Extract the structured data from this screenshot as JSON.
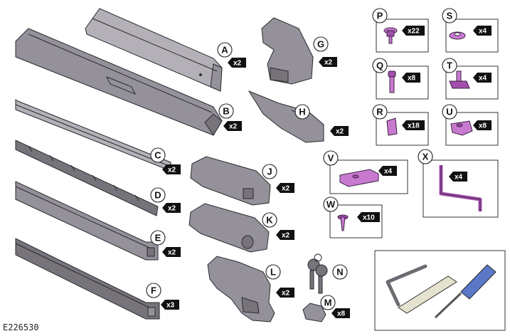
{
  "figure_ref": "E226530",
  "callouts": {
    "A": {
      "letter": "A",
      "qty": "x2"
    },
    "B": {
      "letter": "B",
      "qty": "x2"
    },
    "C": {
      "letter": "C",
      "qty": "x2"
    },
    "D": {
      "letter": "D",
      "qty": "x2"
    },
    "E": {
      "letter": "E",
      "qty": "x2"
    },
    "F": {
      "letter": "F",
      "qty": "x3"
    },
    "G": {
      "letter": "G",
      "qty": "x2"
    },
    "H": {
      "letter": "H",
      "qty": "x2"
    },
    "J": {
      "letter": "J",
      "qty": "x2"
    },
    "K": {
      "letter": "K",
      "qty": "x2"
    },
    "L": {
      "letter": "L",
      "qty": "x2"
    },
    "M": {
      "letter": "M",
      "qty": "x8"
    },
    "N": {
      "letter": "N",
      "qty": ""
    },
    "P": {
      "letter": "P",
      "qty": "x22"
    },
    "Q": {
      "letter": "Q",
      "qty": "x8"
    },
    "R": {
      "letter": "R",
      "qty": "x18"
    },
    "S": {
      "letter": "S",
      "qty": "x4"
    },
    "T": {
      "letter": "T",
      "qty": "x4"
    },
    "U": {
      "letter": "U",
      "qty": "x8"
    },
    "V": {
      "letter": "V",
      "qty": "x4"
    },
    "W": {
      "letter": "W",
      "qty": "x10"
    },
    "X": {
      "letter": "X",
      "qty": "x4"
    }
  },
  "colors": {
    "hardware": "#c87ad0",
    "rail": "#8f8b94",
    "tools_handle": "#5b78c8"
  }
}
